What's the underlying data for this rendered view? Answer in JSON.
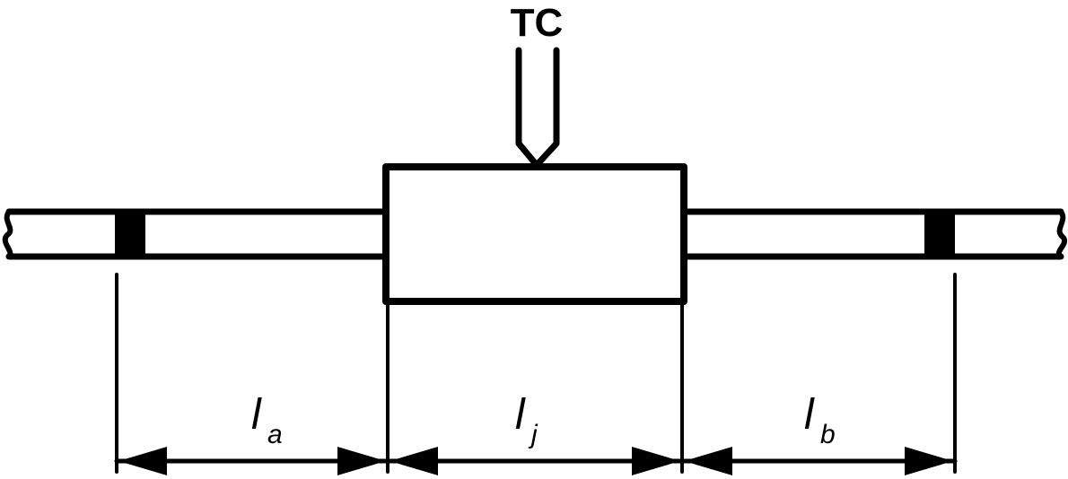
{
  "labels": {
    "thermocouple": "TC",
    "dim_a": {
      "symbol": "l",
      "subscript": "a"
    },
    "dim_j": {
      "symbol": "l",
      "subscript": "j"
    },
    "dim_b": {
      "symbol": "l",
      "subscript": "b"
    }
  },
  "colors": {
    "ink": "#000000",
    "background": "#ffffff"
  }
}
